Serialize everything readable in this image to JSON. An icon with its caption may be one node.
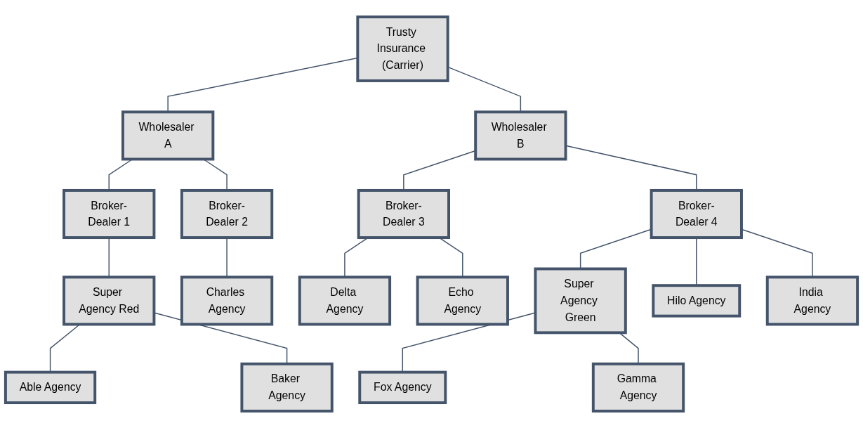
{
  "diagram": {
    "nodes": [
      {
        "text": [
          "Trusty Insurance (Carrier)"
        ]
      },
      {
        "text": [
          "Wholesaler A"
        ]
      },
      {
        "text": [
          "Wholesaler B"
        ]
      },
      {
        "text": [
          "Broker-Dealer 1"
        ]
      },
      {
        "text": [
          "Broker-Dealer 2"
        ]
      },
      {
        "text": [
          "Broker-Dealer 3"
        ]
      },
      {
        "text": [
          "Broker-Dealer 4"
        ]
      },
      {
        "text": [
          "Super Agency Red"
        ]
      },
      {
        "text": [
          "Charles Agency"
        ]
      },
      {
        "text": [
          "Delta Agency"
        ]
      },
      {
        "text": [
          "Echo Agency"
        ]
      },
      {
        "text": [
          "Super Agency Green"
        ]
      },
      {
        "text": [
          "Hilo Agency"
        ]
      },
      {
        "text": [
          "India Agency"
        ]
      },
      {
        "text": [
          "Able Agency"
        ]
      },
      {
        "text": [
          "Baker Agency"
        ]
      },
      {
        "text": [
          "Fox Agency"
        ]
      },
      {
        "text": [
          "Gamma Agency"
        ]
      }
    ],
    "edges": [
      {
        "from": 0,
        "to": 1,
        "arrow": "none"
      },
      {
        "from": 0,
        "to": 2,
        "arrow": "none"
      },
      {
        "from": 1,
        "to": 3,
        "arrow": "none"
      },
      {
        "from": 1,
        "to": 4,
        "arrow": "none"
      },
      {
        "from": 2,
        "to": 5,
        "arrow": "none"
      },
      {
        "from": 2,
        "to": 6,
        "arrow": "none"
      },
      {
        "from": 3,
        "to": 7,
        "arrow": "none"
      },
      {
        "from": 4,
        "to": 8,
        "arrow": "none"
      },
      {
        "from": 5,
        "to": 9,
        "arrow": "none"
      },
      {
        "from": 5,
        "to": 10,
        "arrow": "none"
      },
      {
        "from": 6,
        "to": 11,
        "arrow": "none"
      },
      {
        "from": 6,
        "to": 12,
        "arrow": "none"
      },
      {
        "from": 6,
        "to": 13,
        "arrow": "none"
      },
      {
        "from": 7,
        "to": 14,
        "arrow": "none"
      },
      {
        "from": 7,
        "to": 15,
        "arrow": "none"
      },
      {
        "from": 11,
        "to": 16,
        "arrow": "none"
      },
      {
        "from": 11,
        "to": 17,
        "arrow": "none"
      }
    ]
  }
}
